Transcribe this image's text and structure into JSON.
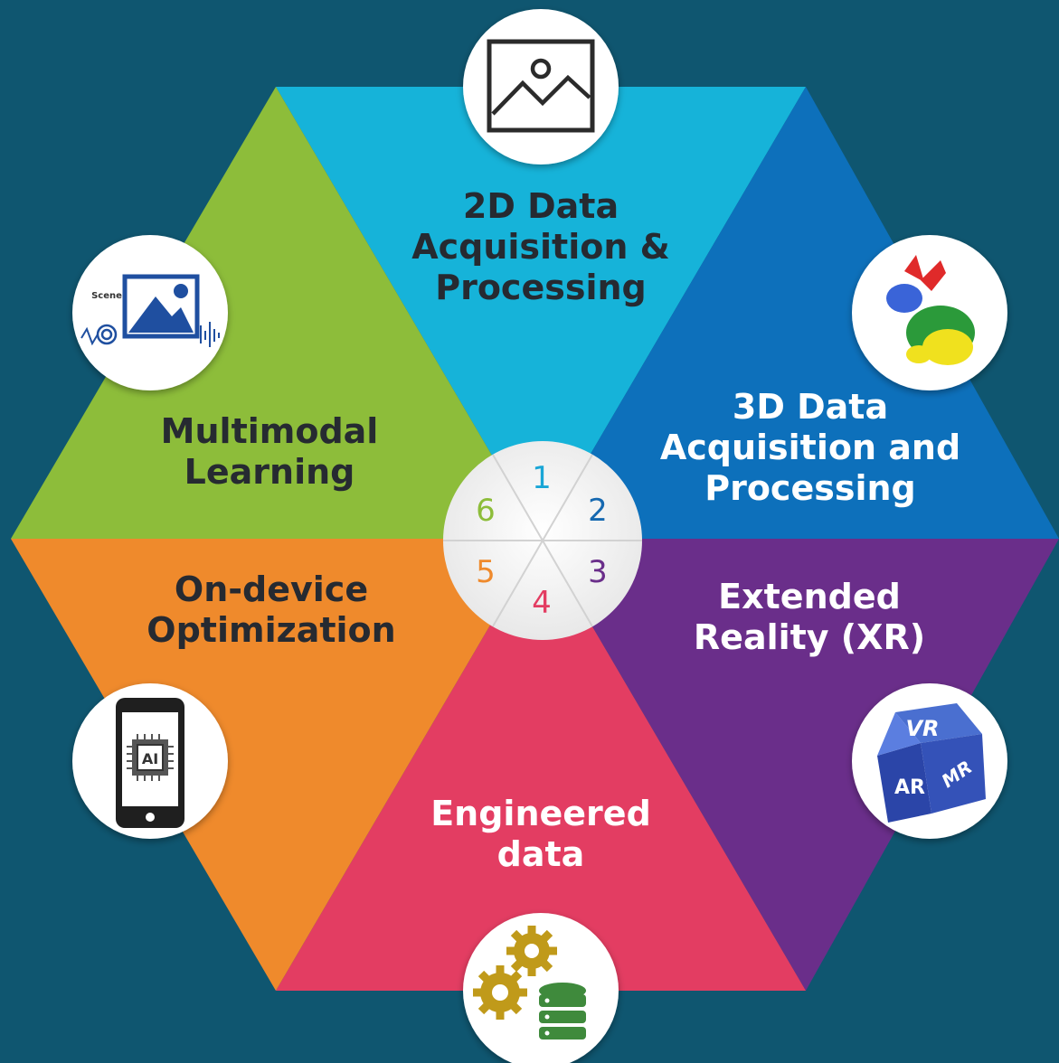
{
  "segments": [
    {
      "number": "1",
      "title_lines": [
        "2D Data",
        "Acquisition &",
        "Processing"
      ],
      "color": "#16b3d9",
      "number_color": "#1aa6d6"
    },
    {
      "number": "2",
      "title_lines": [
        "3D Data",
        "Acquisition and",
        "Processing"
      ],
      "color": "#0d70bb",
      "number_color": "#1568b0"
    },
    {
      "number": "3",
      "title_lines": [
        "Extended",
        "Reality (XR)"
      ],
      "color": "#6a2e8a",
      "number_color": "#6a2e8a"
    },
    {
      "number": "4",
      "title_lines": [
        "Engineered",
        "data"
      ],
      "color": "#e33d62",
      "number_color": "#e33d62"
    },
    {
      "number": "5",
      "title_lines": [
        "On-device",
        "Optimization"
      ],
      "color": "#ef8a2c",
      "number_color": "#ef8a2c"
    },
    {
      "number": "6",
      "title_lines": [
        "Multimodal",
        "Learning"
      ],
      "color": "#8dbd3a",
      "number_color": "#8dbd3a"
    }
  ],
  "icons": {
    "image": "image-icon",
    "bunny": "3d-bunny-icon",
    "xr_cube": "vr-ar-mr-cube-icon",
    "data_gears": "gears-database-icon",
    "phone_ai": "phone-ai-chip-icon",
    "scene": "scene-audio-icon"
  },
  "icon_text": {
    "scene": "Scene",
    "ai": "AI",
    "vr": "VR",
    "ar": "AR",
    "mr": "MR"
  },
  "background": "#0f5670"
}
